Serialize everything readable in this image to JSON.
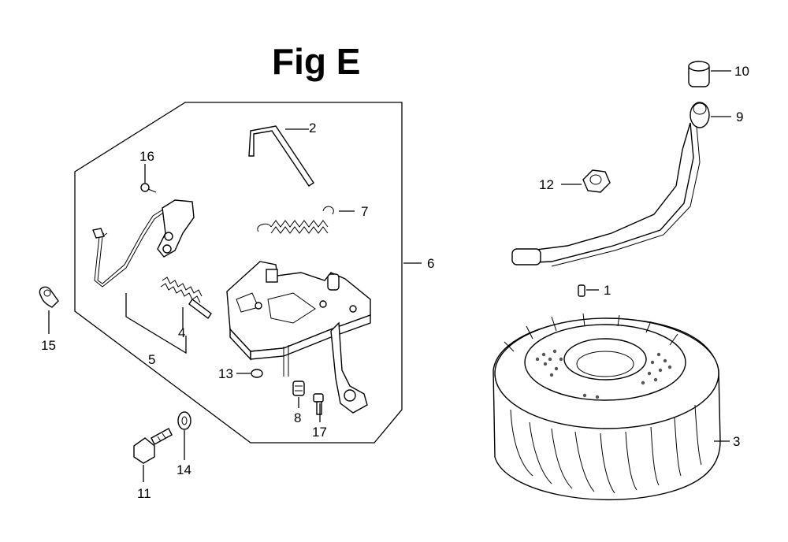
{
  "figure": {
    "title": "Fig E",
    "callouts": {
      "c1": "1",
      "c2": "2",
      "c3": "3",
      "c4": "4",
      "c5": "5",
      "c6": "6",
      "c7": "7",
      "c8": "8",
      "c9": "9",
      "c10": "10",
      "c11": "11",
      "c12": "12",
      "c13": "13",
      "c14": "14",
      "c15": "15",
      "c16": "16",
      "c17": "17"
    }
  }
}
